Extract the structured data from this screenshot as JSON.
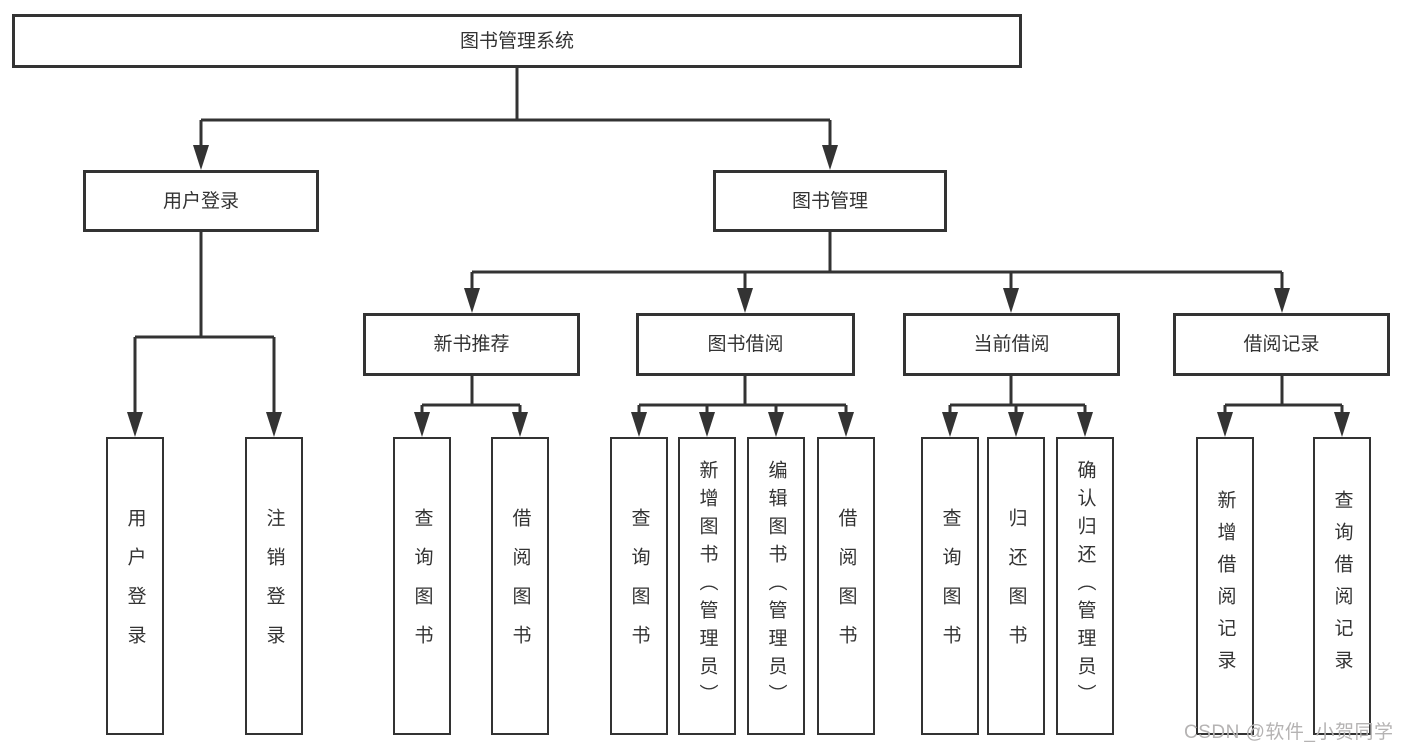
{
  "diagram": {
    "title": "图书管理系统",
    "watermark": "CSDN @软件_小贺同学",
    "colors": {
      "background": "#ffffff",
      "line": "#333333",
      "box_border": "#333333",
      "box_fill": "#ffffff",
      "text": "#333333",
      "watermark": "#b5b3b3"
    },
    "nodes": [
      {
        "id": "root",
        "label": "图书管理系统",
        "parent": null
      },
      {
        "id": "user-login",
        "label": "用户登录",
        "parent": "root"
      },
      {
        "id": "book-management",
        "label": "图书管理",
        "parent": "root"
      },
      {
        "id": "new-book-recommend",
        "label": "新书推荐",
        "parent": "book-management"
      },
      {
        "id": "book-borrowing",
        "label": "图书借阅",
        "parent": "book-management"
      },
      {
        "id": "current-borrowing",
        "label": "当前借阅",
        "parent": "book-management"
      },
      {
        "id": "borrowing-records",
        "label": "借阅记录",
        "parent": "book-management"
      },
      {
        "id": "leaf-user-login",
        "label": "用户登录",
        "parent": "user-login"
      },
      {
        "id": "leaf-logout",
        "label": "注销登录",
        "parent": "user-login"
      },
      {
        "id": "leaf-query-books-1",
        "label": "查询图书",
        "parent": "new-book-recommend"
      },
      {
        "id": "leaf-borrow-books-1",
        "label": "借阅图书",
        "parent": "new-book-recommend"
      },
      {
        "id": "leaf-query-books-2",
        "label": "查询图书",
        "parent": "book-borrowing"
      },
      {
        "id": "leaf-add-books",
        "label": "新增图书（管理员）",
        "parent": "book-borrowing"
      },
      {
        "id": "leaf-edit-books",
        "label": "编辑图书（管理员）",
        "parent": "book-borrowing"
      },
      {
        "id": "leaf-borrow-books-2",
        "label": "借阅图书",
        "parent": "book-borrowing"
      },
      {
        "id": "leaf-query-books-3",
        "label": "查询图书",
        "parent": "current-borrowing"
      },
      {
        "id": "leaf-return-books",
        "label": "归还图书",
        "parent": "current-borrowing"
      },
      {
        "id": "leaf-confirm-return",
        "label": "确认归还（管理员）",
        "parent": "current-borrowing"
      },
      {
        "id": "leaf-add-borrow-record",
        "label": "新增借阅记录",
        "parent": "borrowing-records"
      },
      {
        "id": "leaf-query-borrow-record",
        "label": "查询借阅记录",
        "parent": "borrowing-records"
      }
    ]
  }
}
